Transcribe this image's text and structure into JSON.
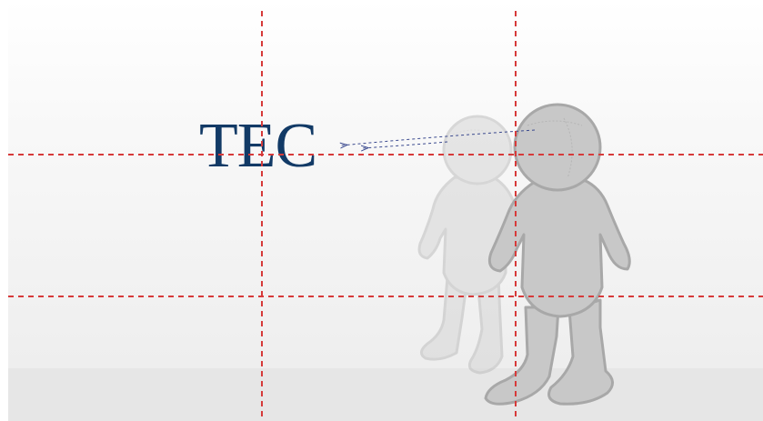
{
  "label": {
    "text": "TEC",
    "color": "#123a66"
  },
  "figures": [
    {
      "name": "person-foreground",
      "shade": "solid"
    },
    {
      "name": "person-background",
      "shade": "faded"
    }
  ],
  "grid": {
    "style": "dashed",
    "color": "#d63a3a",
    "vertical_lines": 2,
    "horizontal_lines": 2
  },
  "sight_lines": {
    "style": "dashed",
    "color": "#3b4a8f",
    "arrow_target": "TEC"
  },
  "colors": {
    "background_top": "#ffffff",
    "background_bottom": "#eeeeee",
    "floor": "#e6e6e6",
    "figure_fill": "#c8c8c8",
    "figure_stroke": "#a8a8a8"
  }
}
